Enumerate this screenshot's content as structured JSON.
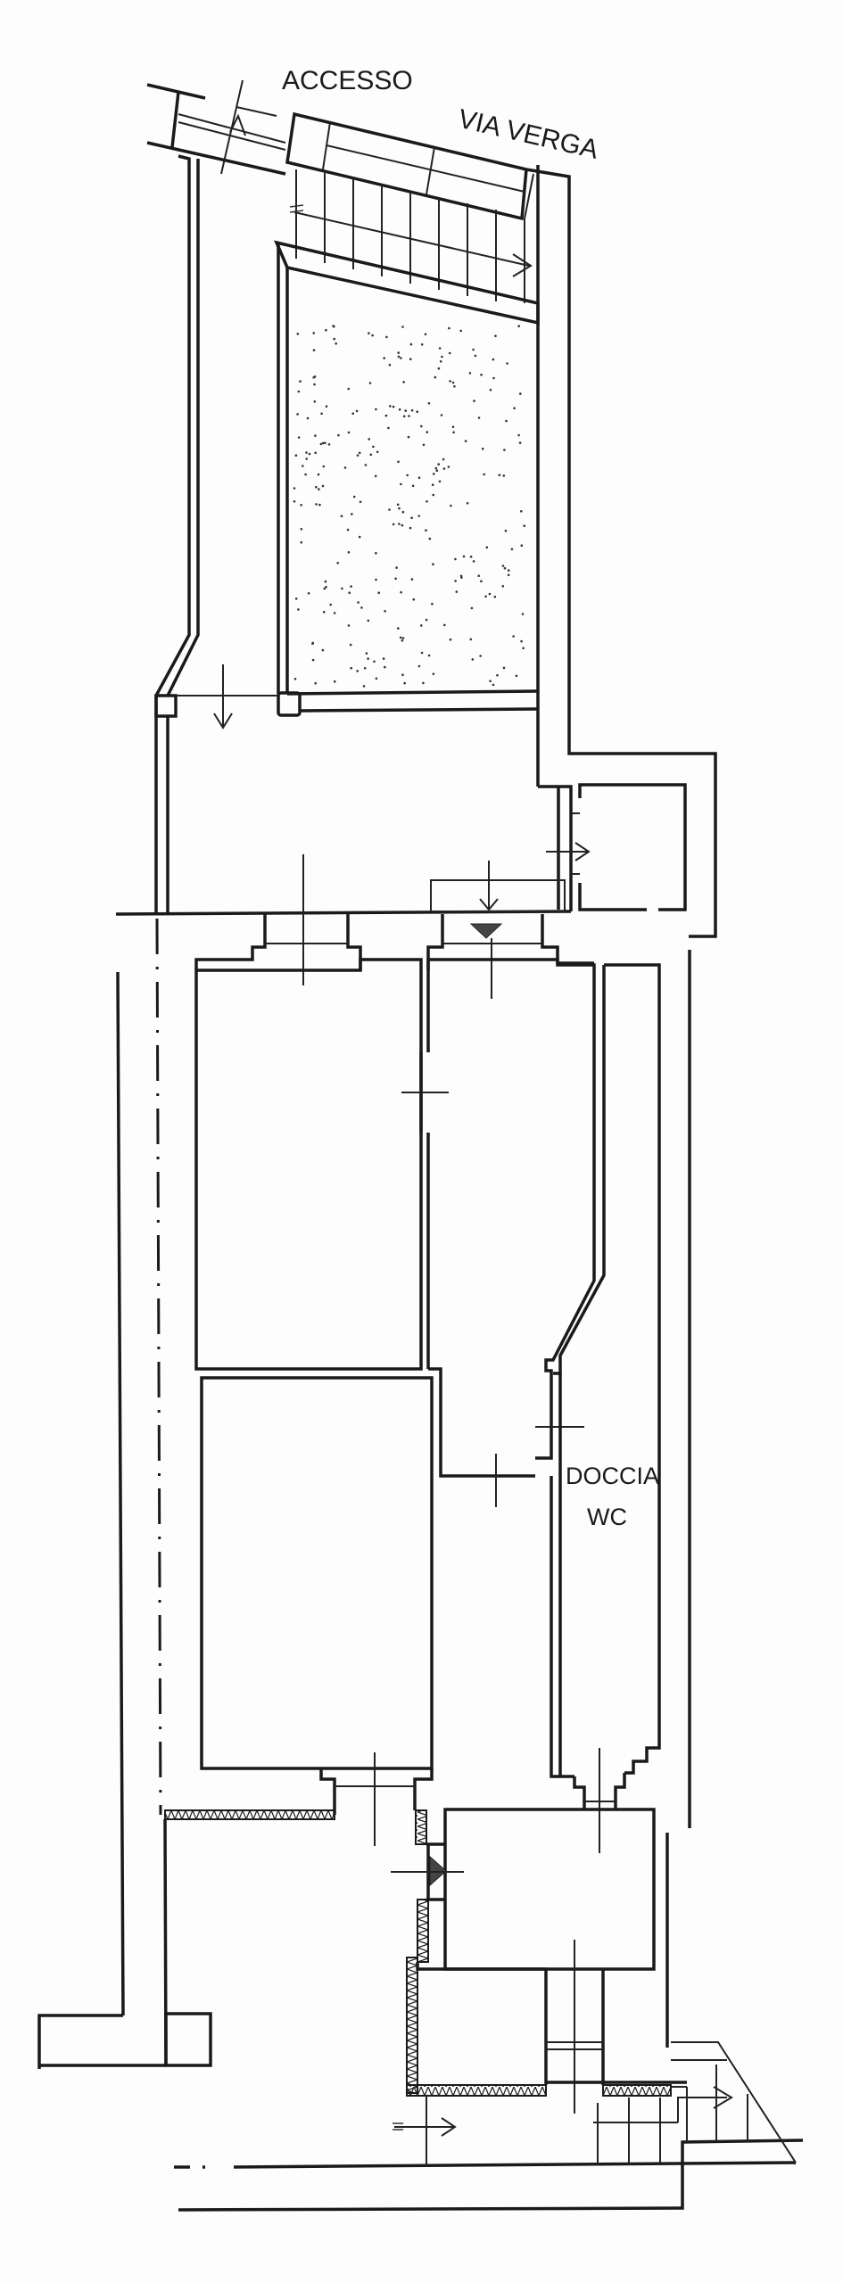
{
  "plan": {
    "type": "floor-plan",
    "labels": {
      "access": "ACCESSO",
      "street": "VIA VERGA",
      "bathroom_line1": "DOCCIA",
      "bathroom_line2": "WC"
    },
    "colors": {
      "line": "#1a1a1a",
      "background": "#fdfdfd",
      "arrow_fill": "#444444"
    }
  }
}
